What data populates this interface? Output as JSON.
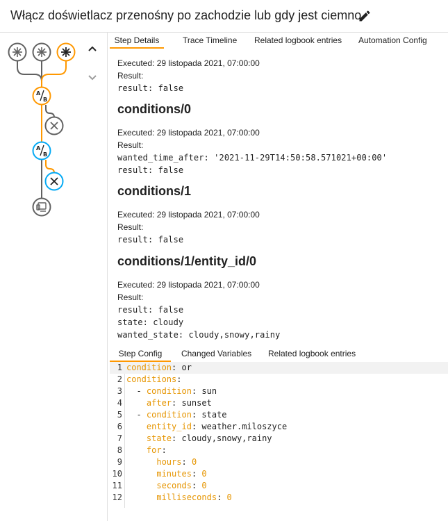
{
  "header": {
    "title": "Włącz doświetlacz przenośny po zachodzie lub gdy jest ciemno",
    "edit_icon": "pencil-icon"
  },
  "graph": {
    "icons": [
      "asterisk-icon",
      "asterisk-icon",
      "asterisk-icon",
      "choose-ab-icon",
      "close-icon",
      "choose-ab-icon",
      "close-icon",
      "device-icon"
    ],
    "colors": {
      "active": "#ff9800",
      "inactive": "#616161",
      "highlight": "#03a9f4"
    }
  },
  "nav": {
    "up_icon": "chevron-up-icon",
    "down_icon": "chevron-down-icon"
  },
  "tabs_top": [
    "Step Details",
    "Trace Timeline",
    "Related logbook entries",
    "Automation Config"
  ],
  "step_details": {
    "intro": {
      "executed": "Executed: 29 listopada 2021, 07:00:00",
      "result_label": "Result:",
      "lines": [
        "result: false"
      ]
    },
    "sections": [
      {
        "heading": "conditions/0",
        "executed": "Executed: 29 listopada 2021, 07:00:00",
        "result_label": "Result:",
        "lines": [
          "wanted_time_after: '2021-11-29T14:50:58.571021+00:00'",
          "result: false"
        ]
      },
      {
        "heading": "conditions/1",
        "executed": "Executed: 29 listopada 2021, 07:00:00",
        "result_label": "Result:",
        "lines": [
          "result: false"
        ]
      },
      {
        "heading": "conditions/1/entity_id/0",
        "executed": "Executed: 29 listopada 2021, 07:00:00",
        "result_label": "Result:",
        "lines": [
          "result: false",
          "state: cloudy",
          "wanted_state: cloudy,snowy,rainy"
        ]
      }
    ]
  },
  "tabs_bottom": [
    "Step Config",
    "Changed Variables",
    "Related logbook entries"
  ],
  "code": [
    {
      "n": "1",
      "indent": "",
      "dash": "",
      "key": "condition",
      "value": "or"
    },
    {
      "n": "2",
      "indent": "",
      "dash": "",
      "key": "conditions",
      "value": ""
    },
    {
      "n": "3",
      "indent": "  ",
      "dash": "- ",
      "key": "condition",
      "value": "sun"
    },
    {
      "n": "4",
      "indent": "    ",
      "dash": "",
      "key": "after",
      "value": "sunset"
    },
    {
      "n": "5",
      "indent": "  ",
      "dash": "- ",
      "key": "condition",
      "value": "state"
    },
    {
      "n": "6",
      "indent": "    ",
      "dash": "",
      "key": "entity_id",
      "value": "weather.miloszyce"
    },
    {
      "n": "7",
      "indent": "    ",
      "dash": "",
      "key": "state",
      "value": "cloudy,snowy,rainy"
    },
    {
      "n": "8",
      "indent": "    ",
      "dash": "",
      "key": "for",
      "value": ""
    },
    {
      "n": "9",
      "indent": "      ",
      "dash": "",
      "key": "hours",
      "value": "0"
    },
    {
      "n": "10",
      "indent": "      ",
      "dash": "",
      "key": "minutes",
      "value": "0"
    },
    {
      "n": "11",
      "indent": "      ",
      "dash": "",
      "key": "seconds",
      "value": "0"
    },
    {
      "n": "12",
      "indent": "      ",
      "dash": "",
      "key": "milliseconds",
      "value": "0"
    }
  ]
}
